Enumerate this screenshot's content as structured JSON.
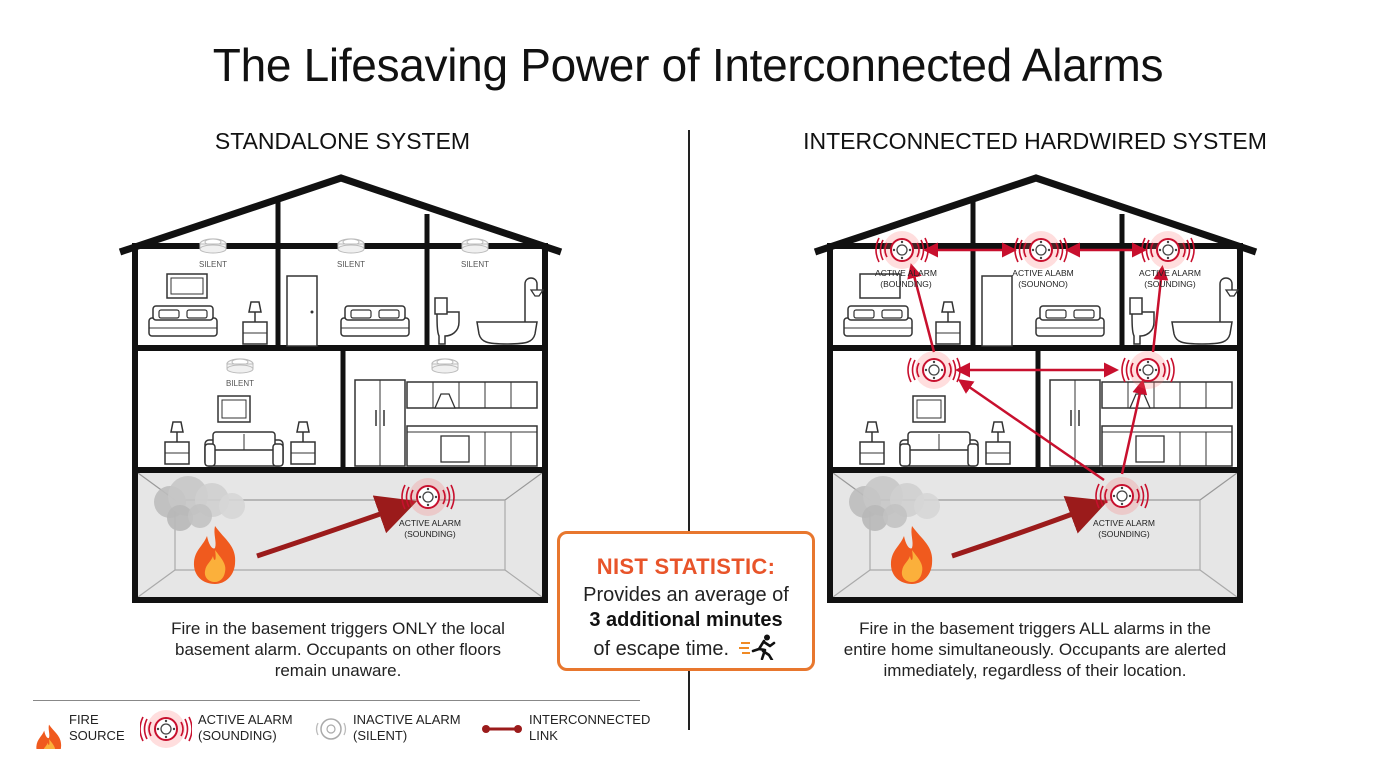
{
  "title": "The Lifesaving Power of Interconnected Alarms",
  "left_panel": {
    "heading": "STANDALONE SYSTEM",
    "labels": {
      "silent_1": "SILENT",
      "silent_2": "SILENT",
      "silent_3": "SILENT",
      "silent_4": "BILENT",
      "active_line1": "ACTIVE ALARM",
      "active_line2": "(SOUNDING)"
    },
    "caption": [
      "Fire in the basement triggers ONLY the local",
      "basement alarm. Occupants on other floors",
      "remain unaware."
    ]
  },
  "right_panel": {
    "heading": "INTERCONNECTED HARDWIRED SYSTEM",
    "labels": {
      "a1_l1": "ACTIVE ALARM",
      "a1_l2": "(BOUNDING)",
      "a2_l1": "ACTIVE ALABM",
      "a2_l2": "(SOUNONO)",
      "a3_l1": "ACTIVE ALARM",
      "a3_l2": "(SOUNDING)",
      "base_l1": "ACTIVE ALARM",
      "base_l2": "(SOUNDING)"
    },
    "caption": [
      "Fire in the basement triggers ALL alarms in the",
      "entire home simultaneously. Occupants are alerted",
      "immediately, regardless of their location."
    ]
  },
  "nist": {
    "heading": "NIST STATISTIC:",
    "line1": "Provides an average of",
    "line2": "3 additional minutes",
    "line3": "of escape time.",
    "icon": "running-person-icon"
  },
  "legend": [
    {
      "icon": "fire-icon",
      "line1": "FIRE",
      "line2": "SOURCE"
    },
    {
      "icon": "active-alarm-icon",
      "line1": "ACTIVE ALARM",
      "line2": "(SOUNDING)"
    },
    {
      "icon": "inactive-alarm-icon",
      "line1": "INACTIVE ALARM",
      "line2": "(SILENT)"
    },
    {
      "icon": "interconnected-link-icon",
      "line1": "INTERCONNECTED",
      "line2": "LINK"
    }
  ],
  "colors": {
    "alarm_red": "#c8102e",
    "arrow_dark_red": "#8b1a1a",
    "nist_orange": "#e8772e",
    "fire_orange": "#f05a1e",
    "basement_gray": "#e6e6e6"
  }
}
